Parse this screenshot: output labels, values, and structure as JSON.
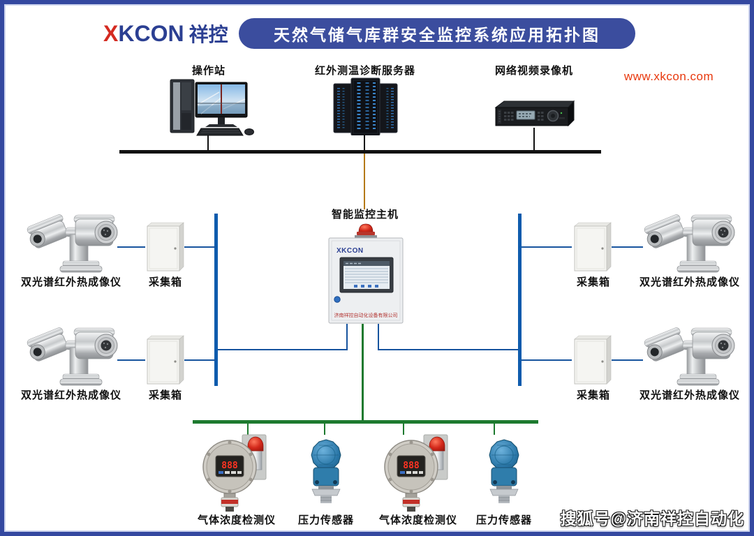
{
  "header": {
    "logo": {
      "x": "X",
      "kcon": "KCON",
      "cn": "祥控"
    },
    "title": "天然气储气库群安全监控系统应用拓扑图",
    "website": "www.xkcon.com"
  },
  "labels": {
    "workstation": "操作站",
    "ir_server": "红外测温诊断服务器",
    "nvr": "网络视频录像机",
    "host": "智能监控主机",
    "thermal_camera": "双光谱红外热成像仪",
    "collection_box": "采集箱",
    "gas_detector": "气体浓度检测仪",
    "pressure_sensor": "压力传感器"
  },
  "host_device": {
    "brand": "XKCON",
    "company": "济南祥控自动化设备有限公司"
  },
  "devices": {
    "gas_display": "888"
  },
  "watermark": "搜狐号@济南祥控自动化",
  "colors": {
    "frame_blue": "#3448a0",
    "banner_blue": "#3b4d9e",
    "logo_red": "#d42a20",
    "logo_blue": "#2b3f92",
    "ethernet_black": "#111111",
    "host_uplink_orange": "#b5790f",
    "link_blue": "#17549e",
    "trunk_blue": "#0d5bad",
    "sensor_green": "#1d7a2f",
    "website_red": "#e8380d"
  }
}
